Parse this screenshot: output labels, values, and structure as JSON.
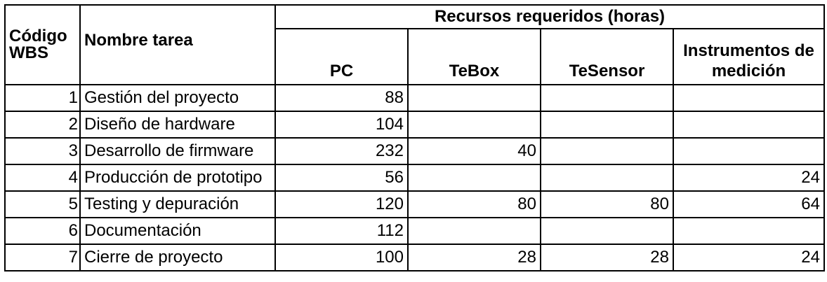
{
  "headers": {
    "code": "Código WBS",
    "name": "Nombre tarea",
    "resources_group": "Recursos requeridos (horas)",
    "columns": [
      "PC",
      "TeBox",
      "TeSensor",
      "Instrumentos de medición"
    ]
  },
  "rows": [
    {
      "code": "1",
      "task": "Gestión del proyecto",
      "pc": "88",
      "tebox": "",
      "tesensor": "",
      "instr": ""
    },
    {
      "code": "2",
      "task": "Diseño de hardware",
      "pc": "104",
      "tebox": "",
      "tesensor": "",
      "instr": ""
    },
    {
      "code": "3",
      "task": "Desarrollo de firmware",
      "pc": "232",
      "tebox": "40",
      "tesensor": "",
      "instr": ""
    },
    {
      "code": "4",
      "task": "Producción de prototipo",
      "pc": "56",
      "tebox": "",
      "tesensor": "",
      "instr": "24"
    },
    {
      "code": "5",
      "task": "Testing y depuración",
      "pc": "120",
      "tebox": "80",
      "tesensor": "80",
      "instr": "64"
    },
    {
      "code": "6",
      "task": "Documentación",
      "pc": "112",
      "tebox": "",
      "tesensor": "",
      "instr": ""
    },
    {
      "code": "7",
      "task": "Cierre de proyecto",
      "pc": "100",
      "tebox": "28",
      "tesensor": "28",
      "instr": "24"
    }
  ]
}
